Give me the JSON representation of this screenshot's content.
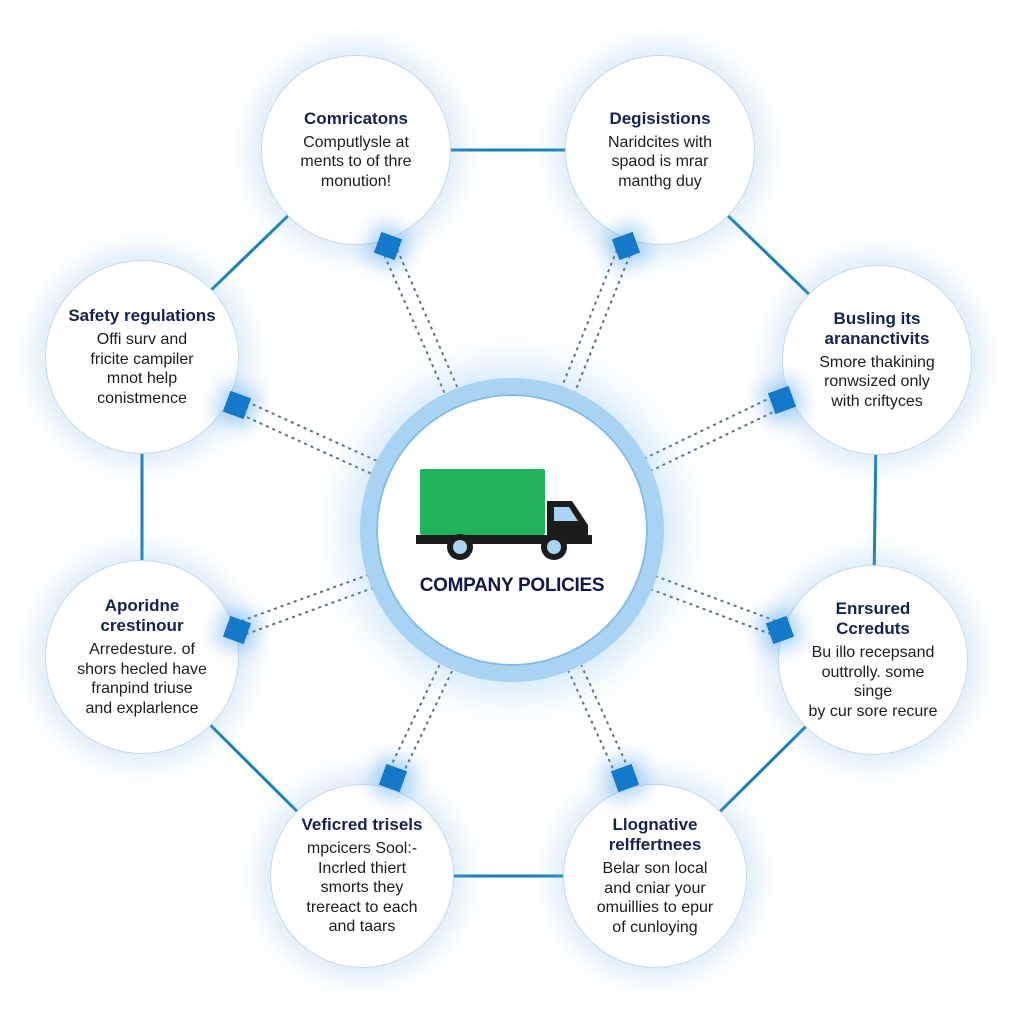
{
  "diagram": {
    "center": {
      "icon": "delivery-truck-icon",
      "label": "COMPANY POLICIES",
      "colors": {
        "cargo": "#22b35a",
        "cab": "#1c1c1c",
        "window": "#a9d4f2",
        "ring": "#a8d3f2"
      }
    },
    "nodes": [
      {
        "id": "top-left",
        "title": "Comricatons",
        "desc": [
          "Computlysle at",
          "ments to of thre",
          "monution!"
        ]
      },
      {
        "id": "top-right",
        "title": "Degisistions",
        "desc": [
          "Naridcites with",
          "spaod is mrar",
          "manthg duy"
        ]
      },
      {
        "id": "mid-left",
        "title": "Safety regulations",
        "desc": [
          "Offi surv and",
          "fricite campiler",
          "mnot help",
          "conistmence"
        ]
      },
      {
        "id": "mid-right",
        "title": "Busling its arananctivits",
        "desc": [
          "Smore thakining",
          "ronwsized only",
          "with criftyces"
        ]
      },
      {
        "id": "lower-left",
        "title": "Aporidne crestinour",
        "desc": [
          "Arredesture. of",
          "shors hecled have",
          "franpind triuse",
          "and explarlence"
        ]
      },
      {
        "id": "lower-right",
        "title": "Enrsured Ccreduts",
        "desc": [
          "Bu illo recepsand",
          "outtrolly. some singe",
          "by cur sore recure"
        ]
      },
      {
        "id": "bottom-left",
        "title": "Veficred trisels",
        "desc": [
          "mpcicers Sool:-",
          "Incrled thiert",
          "smorts they",
          "trereact to each",
          "and taars"
        ]
      },
      {
        "id": "bottom-right",
        "title": "Llognative relffertnees",
        "desc": [
          "Belar son local",
          "and cniar your",
          "omuillies to epur",
          "of cunloying"
        ]
      }
    ],
    "colors": {
      "accent": "#1479c9",
      "ring_line": "#1a7fb8",
      "title_text": "#14234f"
    }
  }
}
